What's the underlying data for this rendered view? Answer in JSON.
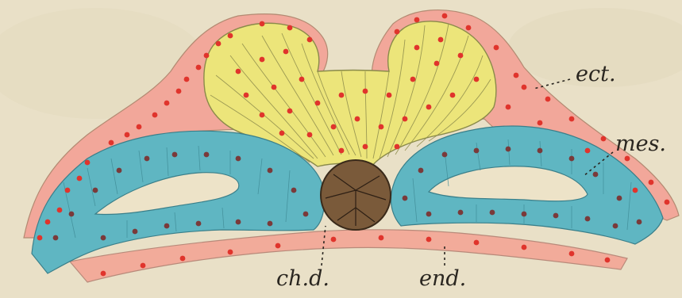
{
  "labels": {
    "ectoderm": "ect.",
    "mesoderm": "mes.",
    "notochord": "ch.d.",
    "endoderm": "end."
  },
  "colors": {
    "background": "#e8dfc6",
    "ectoderm": "#f2a79a",
    "neural_plate": "#ece57a",
    "mesoderm": "#5fb6c2",
    "notochord": "#7a5a3a",
    "endoderm": "#f2ab9a",
    "nuclei": "#e0342c",
    "cell_lines": "#8a8a4a"
  }
}
